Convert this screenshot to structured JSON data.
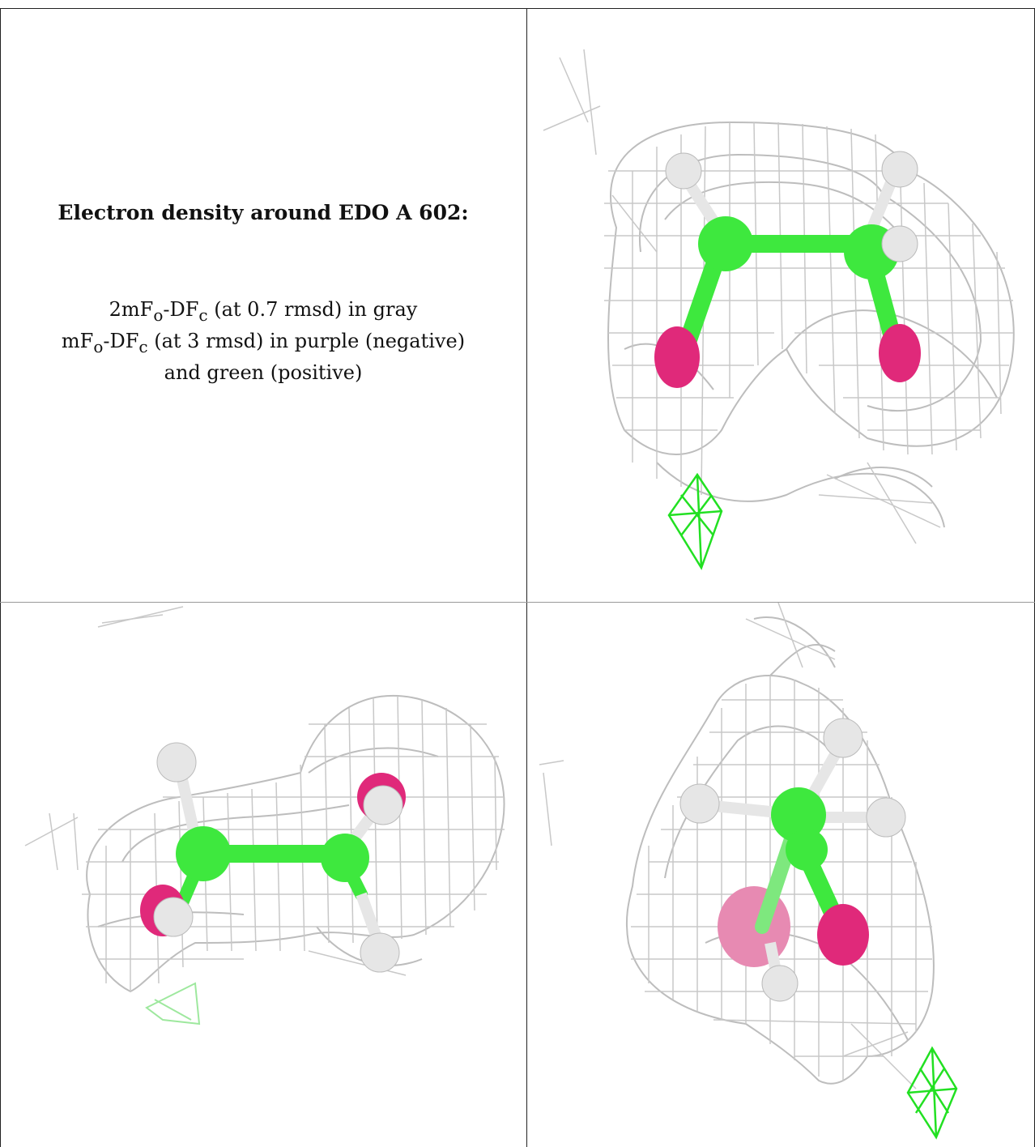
{
  "figure": {
    "title": "Electron density around EDO A 602:",
    "legend_lines": [
      {
        "pre": "2mF",
        "sub1": "o",
        "mid": "-DF",
        "sub2": "c",
        "post": " (at 0.7 rmsd) in gray"
      },
      {
        "pre": "mF",
        "sub1": "o",
        "mid": "-DF",
        "sub2": "c",
        "post": " (at 3 rmsd) in purple (negative)"
      },
      {
        "pre": "",
        "sub1": "",
        "mid": "",
        "sub2": "",
        "post": "and green (positive)"
      }
    ],
    "colors": {
      "mesh_2fofc": "#bdbdbd",
      "negative_density": "#e0297a",
      "positive_density": "#22e022",
      "hydrogen": "#e6e6e6",
      "carbon_bond": "#3ee83e"
    },
    "panels": [
      {
        "name": "view-1",
        "description_icon": "molecule-mesh-view"
      },
      {
        "name": "view-2",
        "description_icon": "molecule-mesh-view"
      },
      {
        "name": "view-3",
        "description_icon": "molecule-mesh-view"
      }
    ]
  }
}
